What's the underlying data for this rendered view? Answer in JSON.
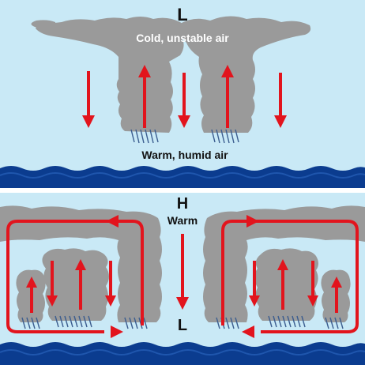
{
  "top_panel": {
    "pressure_label": "L",
    "upper_label": "Cold, unstable air",
    "lower_label": "Warm, humid air"
  },
  "bottom_panel": {
    "pressure_high_label": "H",
    "warm_label": "Warm",
    "pressure_low_label": "L"
  },
  "colors": {
    "sky": "#c9e9f6",
    "cloud": "#9a9a9a",
    "cloud_edge": "#8a8a8a",
    "arrow": "#e2141d",
    "sea": "#0b3c8f",
    "sea_light": "#1f56ad",
    "rain": "#3b5d8f",
    "text_dark": "#111111",
    "text_light": "#ffffff"
  }
}
